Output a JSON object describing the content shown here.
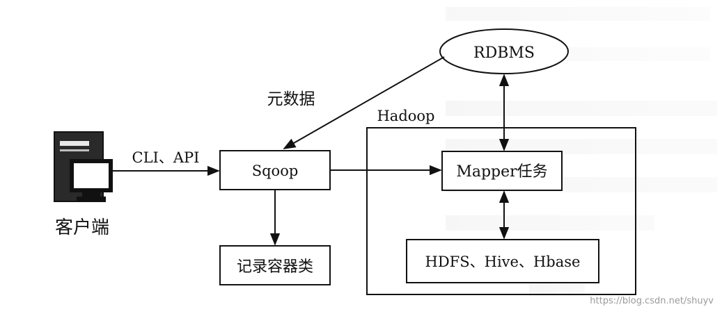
{
  "diagram": {
    "nodes": {
      "client": "客户端",
      "sqoop": "Sqoop",
      "rdbms": "RDBMS",
      "hadoop_group": "Hadoop",
      "mapper": "Mapper任务",
      "storage": "HDFS、Hive、Hbase",
      "record_classes": "记录容器类"
    },
    "edges": {
      "client_to_sqoop": "CLI、API",
      "rdbms_to_sqoop": "元数据"
    }
  },
  "watermark": "https://blog.csdn.net/shuyv",
  "colors": {
    "stroke": "#111111",
    "background": "#ffffff",
    "ghost_text": "#d7d7d7"
  },
  "icons": {
    "client": "desktop-computer-icon"
  }
}
